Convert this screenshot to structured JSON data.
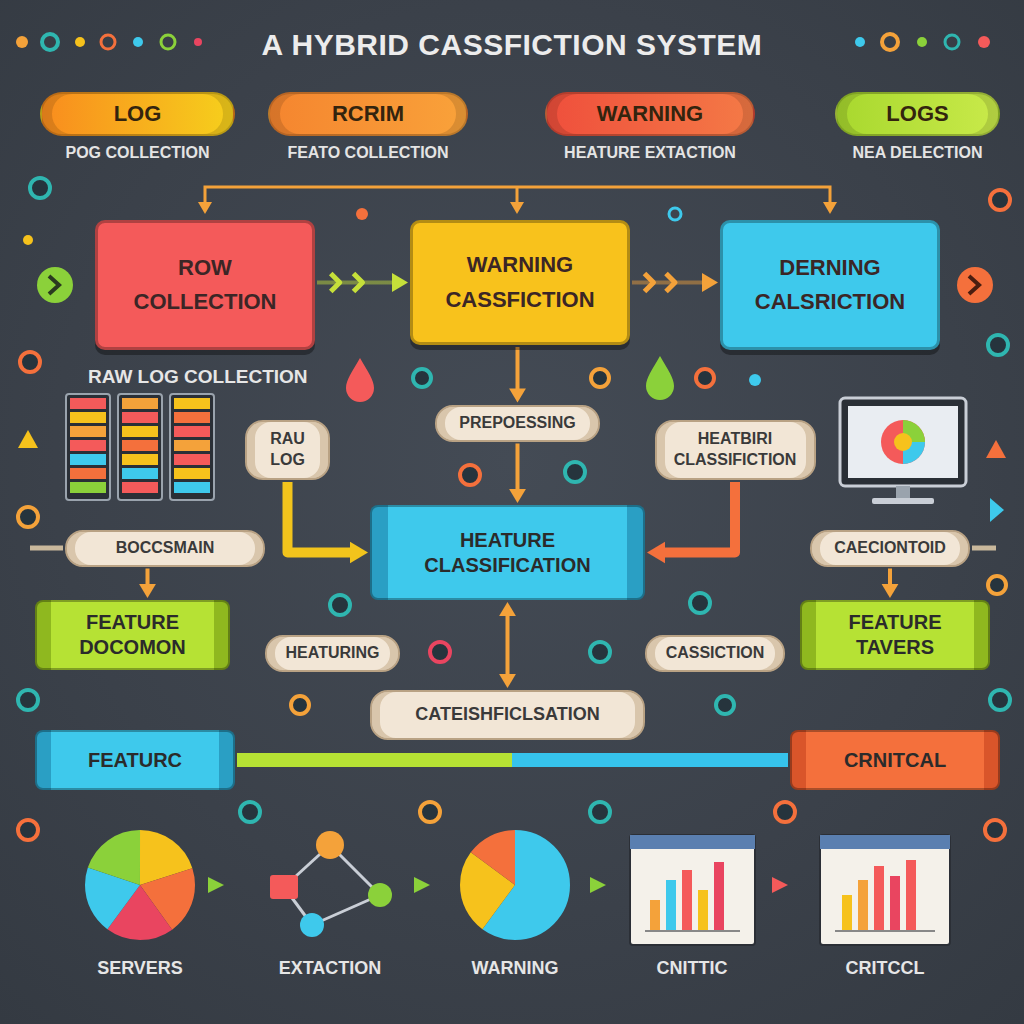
{
  "diagram": {
    "title": "A HYBRID CASSFICTION SYSTEM",
    "nodes": [
      {
        "text": [
          "LOG",
          "POG COLLECTION"
        ]
      },
      {
        "text": [
          "RCRIM",
          "FEATO COLLECTION"
        ]
      },
      {
        "text": [
          "WARNING",
          "HEATURE EXTACTION"
        ]
      },
      {
        "text": [
          "LOGS",
          "NEA DELECTION"
        ]
      },
      {
        "text": [
          "ROW COLLECTION"
        ]
      },
      {
        "text": [
          "WARNING CASSFICTION"
        ]
      },
      {
        "text": [
          "DERNING CALSRICTION"
        ]
      },
      {
        "text": [
          "RAU LOG"
        ]
      },
      {
        "text": [
          "PREPOESSING"
        ]
      },
      {
        "text": [
          "HEATBIRI CLASSIFICTION"
        ]
      },
      {
        "text": [
          "BOCCSMAIN"
        ]
      },
      {
        "text": [
          "HEATURE CLASSIFICATION"
        ]
      },
      {
        "text": [
          "CAECIONTOID"
        ]
      },
      {
        "text": [
          "FEATURE DOCOMON"
        ]
      },
      {
        "text": [
          "HEATURING"
        ]
      },
      {
        "text": [
          "CASSICTION"
        ]
      },
      {
        "text": [
          "FEATURE TAVERS"
        ]
      },
      {
        "text": [
          "CATEISHFICLSATION"
        ]
      },
      {
        "text": [
          "FEATURC"
        ]
      },
      {
        "text": [
          "CRNITCAL"
        ]
      }
    ],
    "edges": [
      {
        "from": 4,
        "to": 5,
        "arrow": "to"
      },
      {
        "from": 5,
        "to": 6,
        "arrow": "to"
      },
      {
        "from": 5,
        "to": 8,
        "arrow": "to"
      },
      {
        "from": 8,
        "to": 11,
        "arrow": "to"
      },
      {
        "from": 7,
        "to": 11,
        "arrow": "to"
      },
      {
        "from": 9,
        "to": 11,
        "arrow": "to"
      },
      {
        "from": 11,
        "to": 17,
        "arrow": "both"
      },
      {
        "from": 10,
        "to": 13,
        "arrow": "to"
      },
      {
        "from": 12,
        "to": 16,
        "arrow": "to"
      },
      {
        "from": 18,
        "to": 19,
        "arrow": "none"
      }
    ],
    "labels": [
      "RAW LOG COLLECTION",
      "SERVERS",
      "EXTACTION",
      "WARNING",
      "CNITTIC",
      "CRITCCL"
    ]
  }
}
